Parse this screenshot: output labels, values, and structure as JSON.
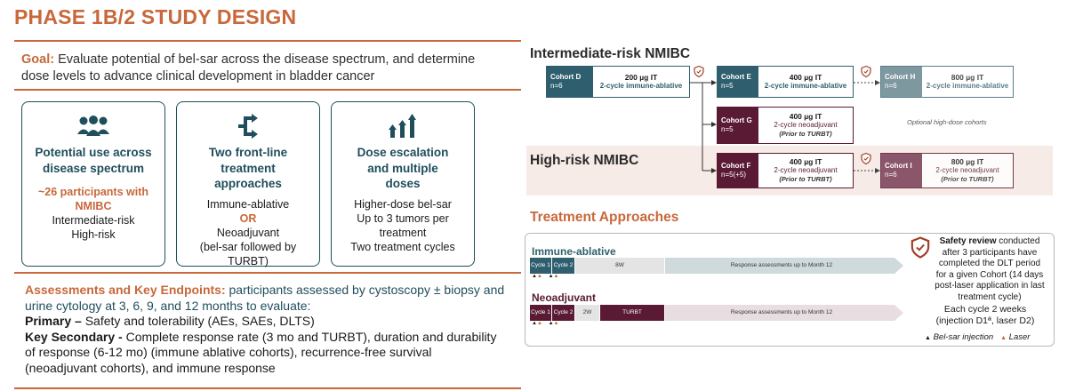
{
  "title": "PHASE 1B/2 STUDY DESIGN",
  "goal": {
    "label": "Goal:",
    "text": "Evaluate potential  of bel-sar across the disease spectrum, and determine dose levels to advance clinical development in bladder cancer"
  },
  "cards": [
    {
      "icon": "people-icon",
      "heading": "Potential use across disease spectrum",
      "highlight": "~26 participants with NMIBC",
      "lines": [
        "Intermediate-risk",
        "High-risk"
      ]
    },
    {
      "icon": "split-arrows-icon",
      "heading": "Two front-line treatment approaches",
      "lines": [
        "Immune-ablative"
      ],
      "or": "OR",
      "lines2": [
        "Neoadjuvant",
        "(bel-sar followed by TURBT)"
      ]
    },
    {
      "icon": "rising-arrows-icon",
      "heading": "Dose escalation and multiple doses",
      "lines": [
        "Higher-dose bel-sar",
        "Up to 3 tumors per treatment",
        "Two treatment cycles"
      ]
    }
  ],
  "assessments": {
    "label": "Assessments and Key Endpoints:",
    "text": "participants assessed by cystoscopy ± biopsy and urine cytology at 3, 6, 9, and 12 months to evaluate:",
    "primary_label": "Primary –",
    "primary_text": "Safety and tolerability (AEs, SAEs, DLTS)",
    "secondary_label": "Key Secondary -",
    "secondary_text": " Complete response rate (3 mo and TURBT), duration and durability of response (6-12 mo) (immune ablative cohorts), recurrence-free survival (neoadjuvant cohorts), and immune response"
  },
  "intermediate_title": "Intermediate-risk NMIBC",
  "high_title": "High-risk NMIBC",
  "cohorts": {
    "d": {
      "name": "Cohort D",
      "n": "n=6",
      "dose": "200 µg IT",
      "regimen": "2-cycle immune-ablative"
    },
    "e": {
      "name": "Cohort E",
      "n": "n=5",
      "dose": "400 µg IT",
      "regimen": "2-cycle immune-ablative"
    },
    "h": {
      "name": "Cohort H",
      "n": "n=6",
      "dose": "800 µg IT",
      "regimen": "2-cycle immune-ablative"
    },
    "g": {
      "name": "Cohort G",
      "n": "n=5",
      "dose": "400 µg IT",
      "regimen": "2-cycle neoadjuvant",
      "note": "(Prior to TURBT)"
    },
    "f": {
      "name": "Cohort F",
      "n": "n=5(+5)",
      "dose": "400 µg IT",
      "regimen": "2-cycle neoadjuvant",
      "note": "(Prior to TURBT)"
    },
    "i": {
      "name": "Cohort I",
      "n": "n=6",
      "dose": "800 µg IT",
      "regimen": "2-cycle neoadjuvant",
      "note": "(Prior to TURBT)"
    }
  },
  "optional_note": "Optional high-dose cohorts",
  "treatment_title": "Treatment Approaches",
  "immune_ablative": {
    "label": "Immune-ablative",
    "cycle1": "Cycle 1",
    "cycle2": "Cycle 2",
    "gap": "8W",
    "response": "Response assessments up to Month 12"
  },
  "neoadjuvant": {
    "label": "Neoadjuvant",
    "cycle1": "Cycle 1",
    "cycle2": "Cycle 2",
    "gap": "2W",
    "turbt": "TURBT",
    "response": "Response assessments up to Month 12"
  },
  "safety": {
    "label": "Safety review",
    "text": " conducted after 3 participants have completed the DLT period for a given Cohort (14 days post-laser application in last treatment cycle)",
    "cycle_note": "Each cycle 2 weeks (injection D1ª, laser D2)"
  },
  "legend": {
    "injection": "Bel-sar injection",
    "laser": "Laser"
  },
  "colors": {
    "accent": "#c8683b",
    "teal": "#2f5f6e",
    "maroon": "#5a1a33"
  }
}
